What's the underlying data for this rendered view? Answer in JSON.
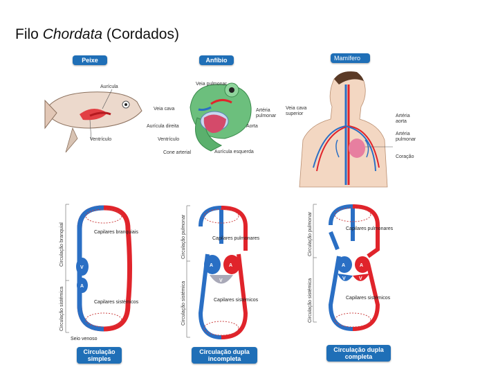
{
  "title": {
    "prefix": "Filo ",
    "italic": "Chordata",
    "suffix": " (Cordados)"
  },
  "badges": {
    "peixe": "Peixe",
    "anfibio": "Anfíbio",
    "mamifero": "Mamífero",
    "simples": "Circulação simples",
    "dupla_incompleta": "Circulação dupla incompleta",
    "dupla_completa": "Circulação dupla completa"
  },
  "fish": {
    "auricula": "Aurícula",
    "ventriculo": "Ventrículo"
  },
  "frog": {
    "veia_pulmonar": "Veia pulmonar",
    "veia_cava": "Veia cava",
    "auricula_direita": "Aurícula direita",
    "ventriculo": "Ventrículo",
    "cone_arterial": "Cone arterial",
    "arteria_pulmonar": "Artéria pulmonar",
    "aorta": "Aorta",
    "auricula_esquerda": "Aurícula esquerda"
  },
  "human": {
    "veia_cava": "Veia cava superior",
    "arteria_aorta": "Artéria aorta",
    "arteria_pulmonar": "Artéria pulmonar",
    "coracao": "Coração"
  },
  "diagram1": {
    "circ_branquial": "Circulação branquial",
    "circ_sistemica": "Circulação sistémica",
    "cap_branquiais": "Capilares branquiais",
    "cap_sistemicos": "Capilares sistémicos",
    "seio_venoso": "Seio venoso",
    "v": "V",
    "a": "A"
  },
  "diagram2": {
    "circ_pulmonar": "Circulação pulmonar",
    "circ_sistemica": "Circulação sistémica",
    "cap_pulmonares": "Capilares pulmonares",
    "cap_sistemicos": "Capilares sistémicos",
    "a": "A",
    "v": "V"
  },
  "diagram3": {
    "circ_pulmonar": "Circulação pulmonar",
    "circ_sistemica": "Circulação sistémica",
    "cap_pulmonares": "Capilares pulmonares",
    "cap_sistemicos": "Capilares sistémicos",
    "a": "A",
    "v": "V"
  },
  "colors": {
    "arterial": "#e0242b",
    "venous": "#2a6fc4",
    "badge": "#1f6fb7"
  }
}
